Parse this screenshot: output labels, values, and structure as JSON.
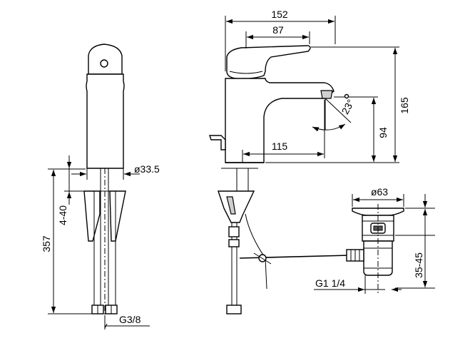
{
  "dimensions": {
    "width_152": "152",
    "width_87": "87",
    "height_165": "165",
    "height_94": "94",
    "length_115": "115",
    "angle_23": "23°",
    "diameter_33_5": "ø33.5",
    "range_4_40": "4-40",
    "height_357": "357",
    "thread_g3_8": "G3/8",
    "diameter_63": "ø63",
    "range_35_45": "35-45",
    "thread_g1_1_4": "G1 1/4"
  }
}
